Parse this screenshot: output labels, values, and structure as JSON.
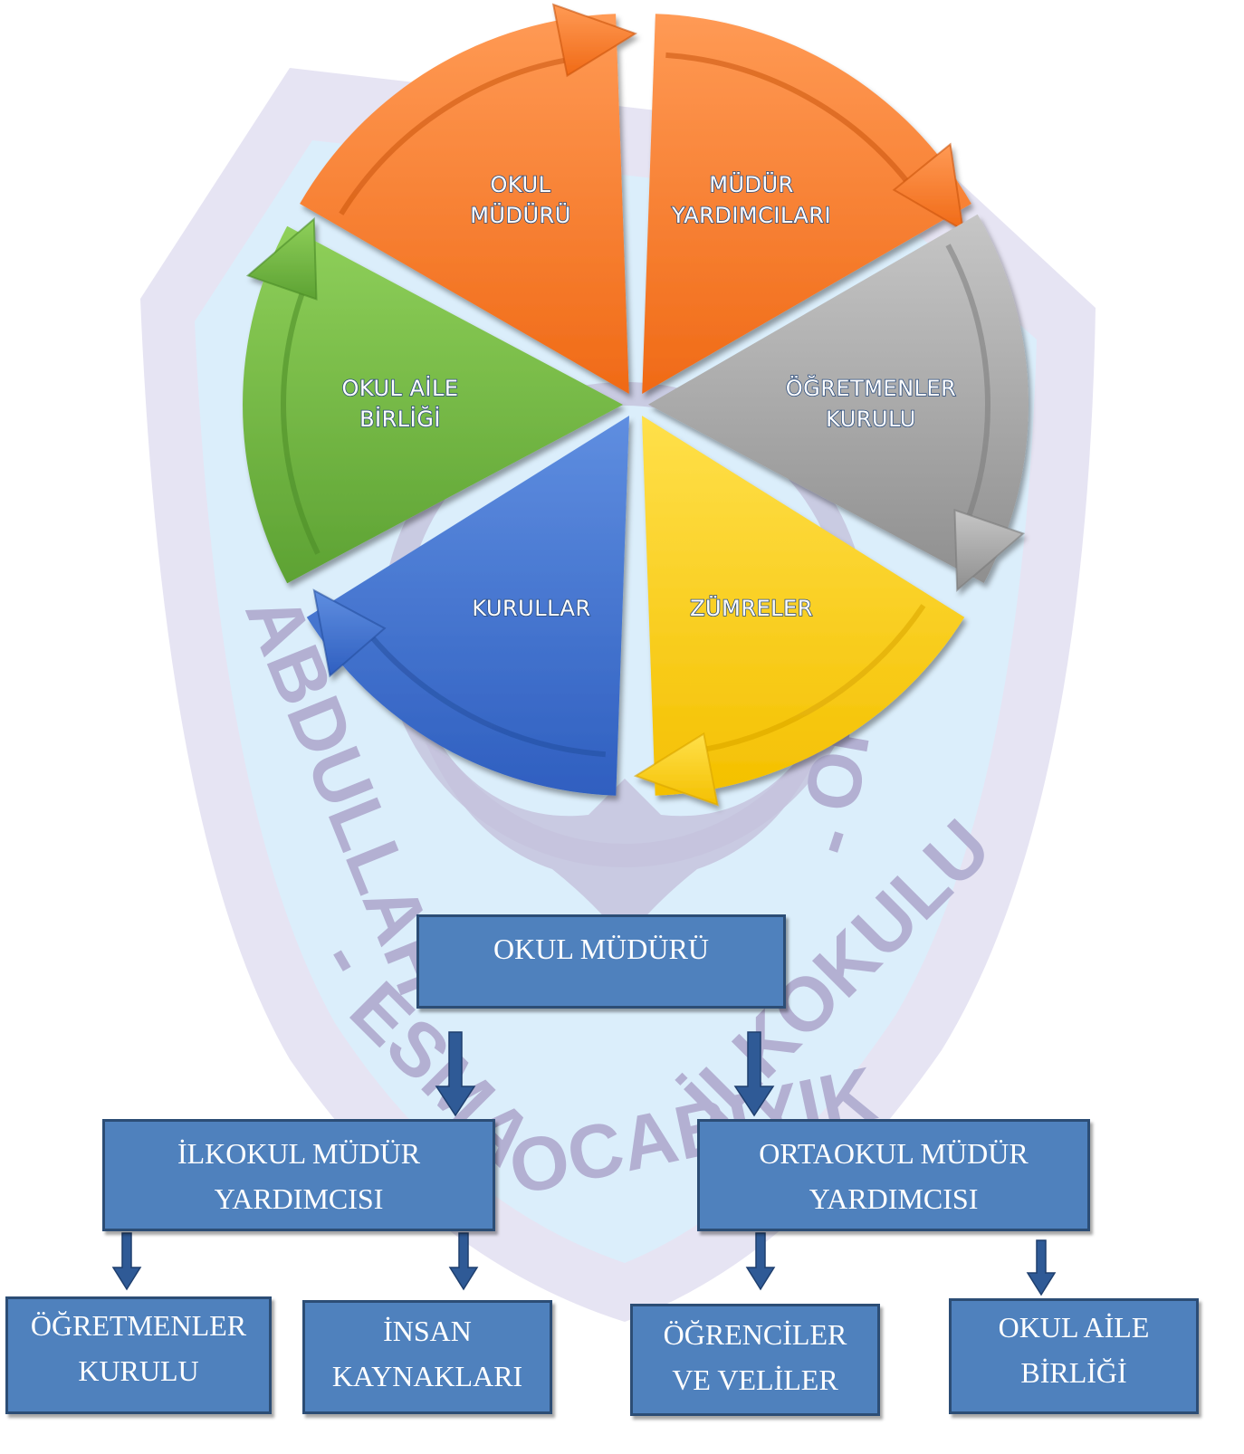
{
  "watermark": {
    "text": "ABDULLAH - ESMA KOCABIYIK İLKOKULU - ORTAOKULU",
    "visible_fragments": [
      "ABDULLAH",
      "-",
      "ESMA",
      "OCABIYIK",
      "İLKOKULU",
      "-",
      "ORT"
    ],
    "color": "#b3b0d2",
    "fill_color": "#dbeefb"
  },
  "cycle": {
    "segments": [
      {
        "line1": "OKUL",
        "line2": "MÜDÜRÜ",
        "color": "#f47a2b"
      },
      {
        "line1": "MÜDÜR",
        "line2": "YARDIMCILARI",
        "color": "#f47a2b"
      },
      {
        "line1": "ÖĞRETMENLER",
        "line2": "KURULU",
        "color": "#a6a6a6"
      },
      {
        "line1": "ZÜMRELER",
        "line2": "",
        "color": "#ffd21b"
      },
      {
        "line1": "KURULLAR",
        "line2": "",
        "color": "#4676d2"
      },
      {
        "line1": "OKUL AİLE",
        "line2": "BİRLİĞİ",
        "color": "#71b644"
      }
    ]
  },
  "org": {
    "top": {
      "line1": "OKUL MÜDÜRÜ"
    },
    "left": {
      "line1": "İLKOKUL MÜDÜR",
      "line2": "YARDIMCISI"
    },
    "right": {
      "line1": "ORTAOKUL MÜDÜR",
      "line2": "YARDIMCISI"
    },
    "leaves": [
      {
        "line1": "ÖĞRETMENLER",
        "line2": "KURULU"
      },
      {
        "line1": "İNSAN",
        "line2": "KAYNAKLARI"
      },
      {
        "line1": "ÖĞRENCİLER",
        "line2": "VE VELİLER"
      },
      {
        "line1": "OKUL AİLE",
        "line2": "BİRLİĞİ"
      }
    ],
    "box_color": "#4f81bd",
    "border_color": "#2c4d75"
  }
}
